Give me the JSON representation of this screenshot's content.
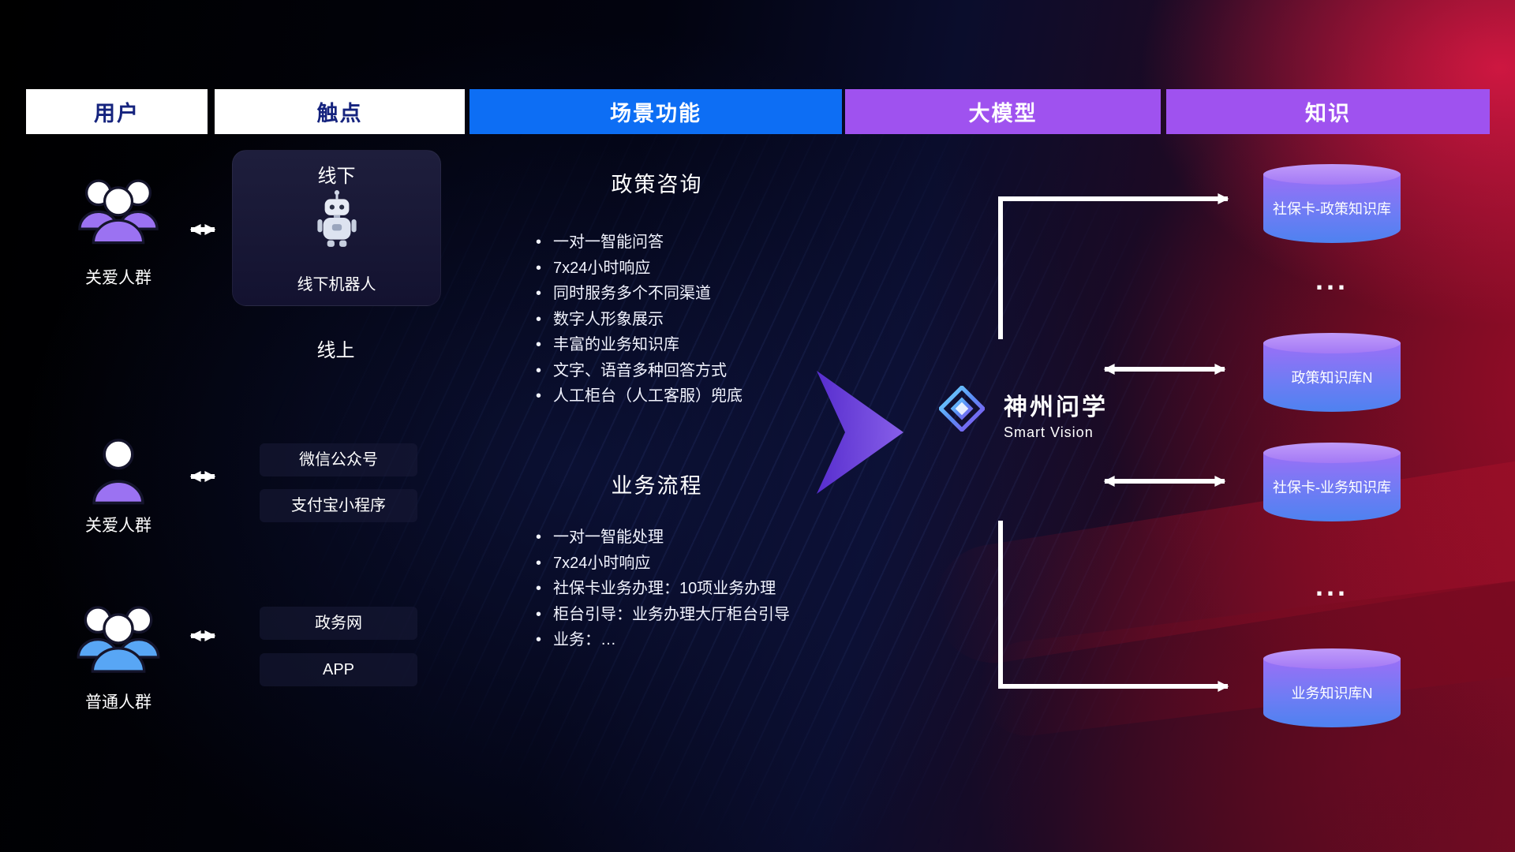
{
  "header": {
    "columns": [
      {
        "label": "用户",
        "variant": "white"
      },
      {
        "label": "触点",
        "variant": "white"
      },
      {
        "label": "场景功能",
        "variant": "blue"
      },
      {
        "label": "大模型",
        "variant": "purple"
      },
      {
        "label": "知识",
        "variant": "purple"
      }
    ]
  },
  "users": [
    {
      "label": "关爱人群",
      "icon": "care-group-icon",
      "color": "#9b72f2"
    },
    {
      "label": "关爱人群",
      "icon": "care-person-icon",
      "color": "#9b72f2"
    },
    {
      "label": "普通人群",
      "icon": "general-group-icon",
      "color": "#58a6f5"
    }
  ],
  "touchpoints": {
    "offline_title": "线下",
    "robot_label": "线下机器人",
    "robot_icon": "robot-icon",
    "online_label": "线上",
    "channels": [
      "微信公众号",
      "支付宝小程序",
      "政务网",
      "APP"
    ]
  },
  "scenarios": [
    {
      "title": "政策咨询",
      "items": [
        "一对一智能问答",
        "7x24小时响应",
        "同时服务多个不同渠道",
        "数字人形象展示",
        "丰富的业务知识库",
        "文字、语音多种回答方式",
        "人工柜台（人工客服）兜底"
      ]
    },
    {
      "title": "业务流程",
      "items": [
        "一对一智能处理",
        "7x24小时响应",
        "社保卡业务办理：10项业务办理",
        "柜台引导：业务办理大厅柜台引导",
        "业务：…"
      ]
    }
  ],
  "model": {
    "name": "神州问学",
    "subtitle": "Smart Vision",
    "logo_icon": "diamond-logo-icon"
  },
  "knowledge": {
    "databases": [
      {
        "label": "社保卡-政策知识库"
      },
      {
        "label": "政策知识库N"
      },
      {
        "label": "社保卡-业务知识库"
      },
      {
        "label": "业务知识库N"
      }
    ],
    "ellipsis": "..."
  },
  "colors": {
    "header_blue": "#0d6ef4",
    "header_purple": "#9f52ef",
    "header_text_navy": "#15237e",
    "db_top": "#b18af8",
    "db_body_top": "#9a6ff6",
    "db_body_bottom": "#4e82f0",
    "big_arrow": "#7a4ae8",
    "care_icon": "#9b72f2",
    "general_icon": "#58a6f5",
    "bg_red": "#8f0d22"
  }
}
